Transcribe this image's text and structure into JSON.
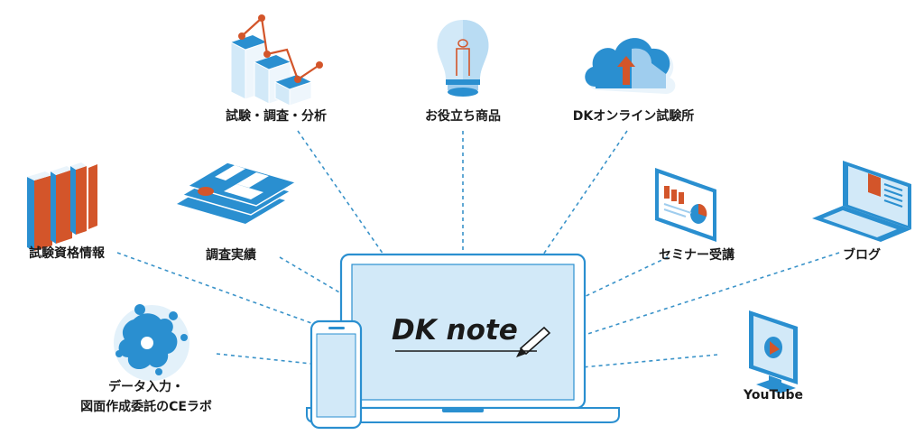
{
  "hub": {
    "logo_text": "DK note"
  },
  "nodes": {
    "testing": {
      "label": "試験・調査・分析"
    },
    "products": {
      "label": "お役立ち商品"
    },
    "online_lab": {
      "label": "DKオンライン試験所"
    },
    "qualification": {
      "label": "試験資格情報"
    },
    "survey_results": {
      "label": "調査実績"
    },
    "seminar": {
      "label": "セミナー受講"
    },
    "blog": {
      "label": "ブログ"
    },
    "data_entry": {
      "label_line1": "データ入力・",
      "label_line2": "図面作成委託のCEラボ"
    },
    "youtube": {
      "label": "YouTube"
    }
  },
  "colors": {
    "accent_blue": "#2a8fd0",
    "light_blue": "#cfe7f7",
    "orange": "#d3552a",
    "dark": "#1a1a1a",
    "line": "#3a93c9"
  }
}
